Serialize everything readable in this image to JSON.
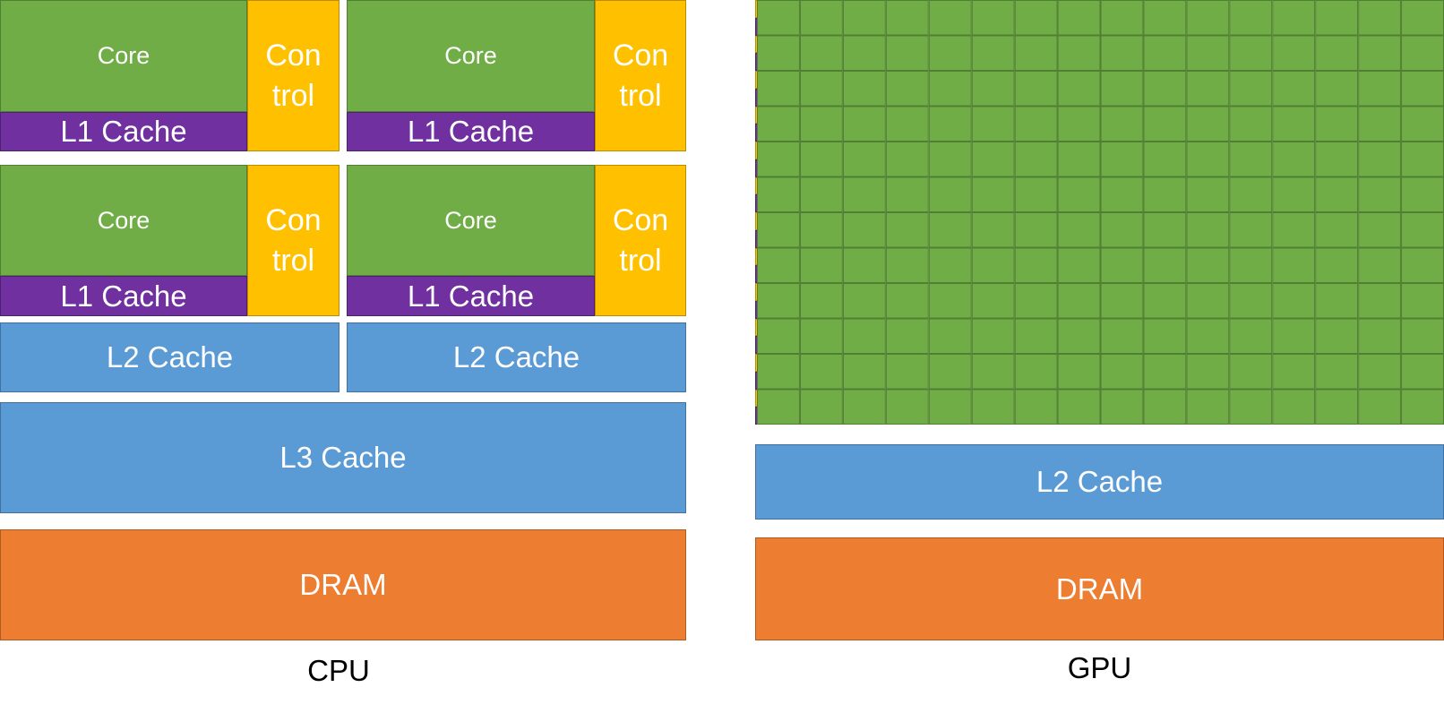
{
  "cpu": {
    "label": "CPU",
    "cores": [
      {
        "core": "Core",
        "l1": "L1 Cache",
        "control": [
          "Con",
          "trol"
        ]
      },
      {
        "core": "Core",
        "l1": "L1 Cache",
        "control": [
          "Con",
          "trol"
        ]
      },
      {
        "core": "Core",
        "l1": "L1 Cache",
        "control": [
          "Con",
          "trol"
        ]
      },
      {
        "core": "Core",
        "l1": "L1 Cache",
        "control": [
          "Con",
          "trol"
        ]
      }
    ],
    "l2": [
      "L2 Cache",
      "L2 Cache"
    ],
    "l3": "L3 Cache",
    "dram": "DRAM"
  },
  "gpu": {
    "label": "GPU",
    "core_grid": {
      "rows": 12,
      "cols": 16
    },
    "l2": "L2 Cache",
    "dram": "DRAM"
  },
  "colors": {
    "core": "#70ad47",
    "l1_cache": "#7030a0",
    "control": "#ffc000",
    "cache": "#5b9bd5",
    "dram": "#ed7d31"
  }
}
